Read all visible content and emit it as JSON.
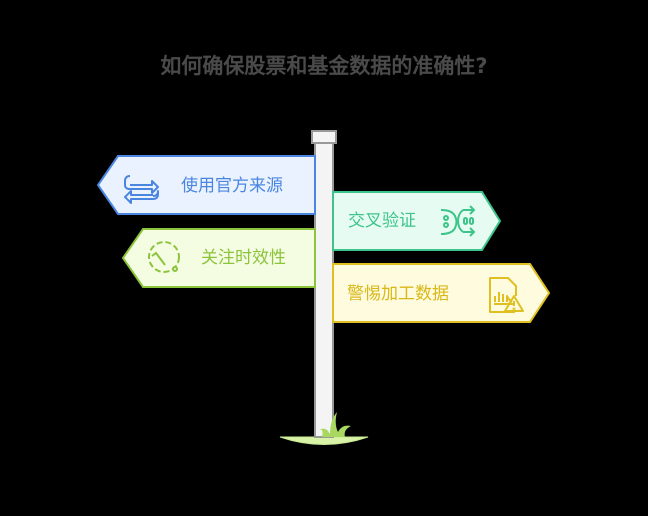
{
  "title": "如何确保股票和基金数据的准确性?",
  "signs": [
    {
      "label": "使用官方来源",
      "icon": "sync-arrows-icon",
      "side": "left",
      "stroke": "#4a86e0",
      "fill": "#eaf2ff",
      "text_color": "#4a86e0"
    },
    {
      "label": "交叉验证",
      "icon": "split-merge-icon",
      "side": "right",
      "stroke": "#3dc48a",
      "fill": "#e6fcf2",
      "text_color": "#3dc48a"
    },
    {
      "label": "关注时效性",
      "icon": "dashed-clock-icon",
      "side": "left",
      "stroke": "#8cc43c",
      "fill": "#f4fde2",
      "text_color": "#8cc43c"
    },
    {
      "label": "警惕加工数据",
      "icon": "chart-warning-icon",
      "side": "right",
      "stroke": "#e0c020",
      "fill": "#fffbdf",
      "text_color": "#d8b818"
    }
  ],
  "colors": {
    "post_fill": "#f4f4f4",
    "post_stroke": "#999999",
    "grass": "#b6e07a",
    "ground": "#d8f2a8"
  }
}
